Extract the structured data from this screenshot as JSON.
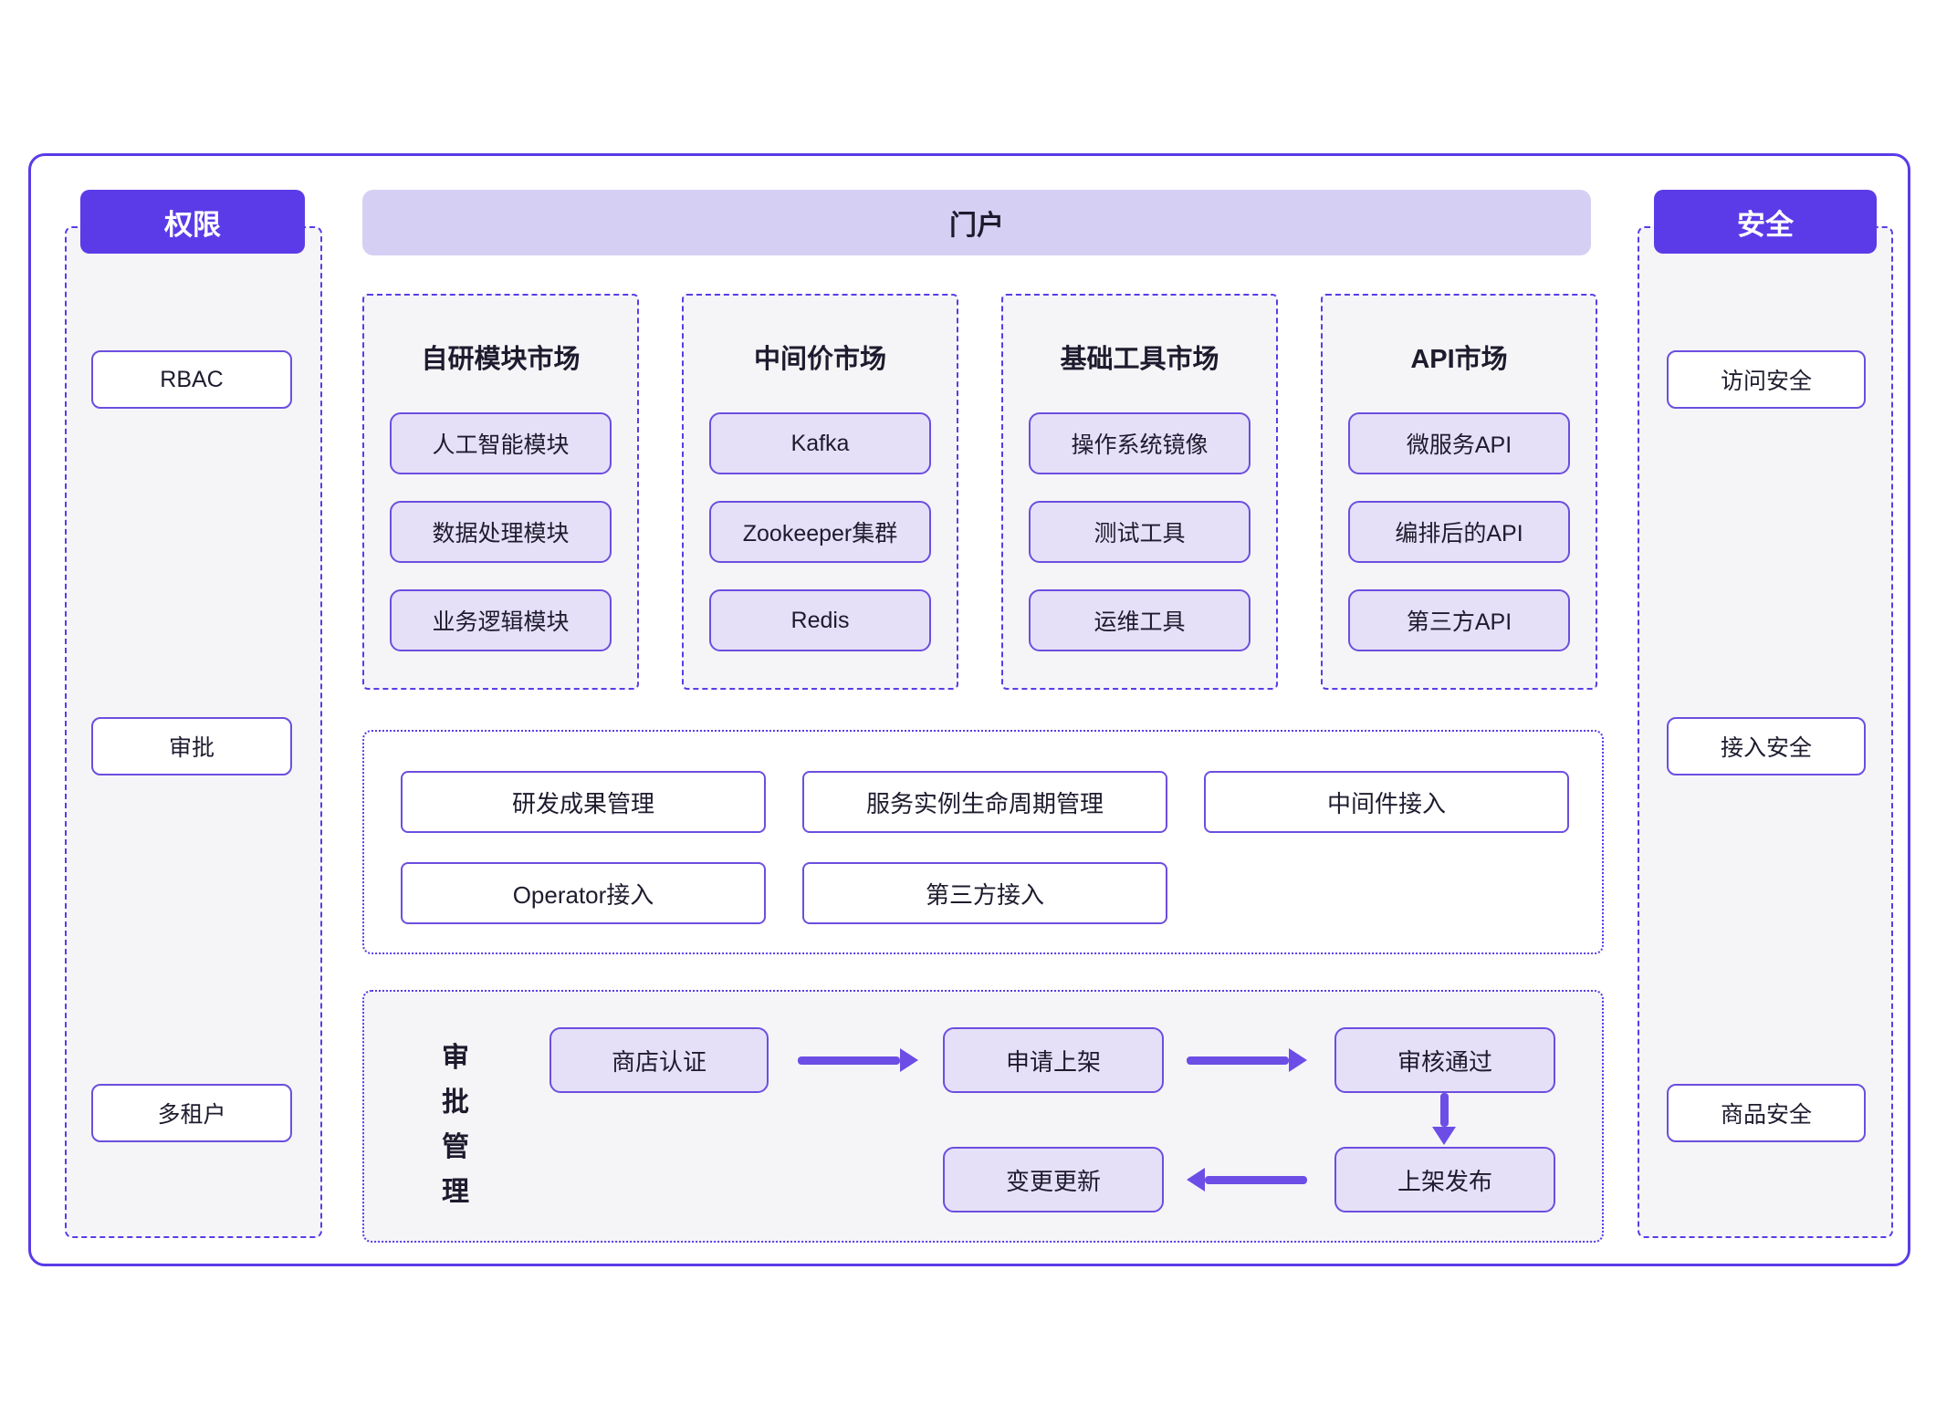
{
  "palette": {
    "accent": "#5b3be8",
    "accent_border": "#6c4ee0",
    "arrow": "#6c4ee6",
    "header_light_bg": "#d6cff4",
    "item_bg": "#e5e0f7",
    "panel_bg": "#f5f5f7",
    "text_dark": "#1f1b2e"
  },
  "left_panel": {
    "title": "权限",
    "items": [
      "RBAC",
      "审批",
      "多租户"
    ]
  },
  "right_panel": {
    "title": "安全",
    "items": [
      "访问安全",
      "接入安全",
      "商品安全"
    ]
  },
  "portal": {
    "title": "门户",
    "markets": [
      {
        "title": "自研模块市场",
        "items": [
          "人工智能模块",
          "数据处理模块",
          "业务逻辑模块"
        ]
      },
      {
        "title": "中间价市场",
        "items": [
          "Kafka",
          "Zookeeper集群",
          "Redis"
        ]
      },
      {
        "title": "基础工具市场",
        "items": [
          "操作系统镜像",
          "测试工具",
          "运维工具"
        ]
      },
      {
        "title": "API市场",
        "items": [
          "微服务API",
          "编排后的API",
          "第三方API"
        ]
      }
    ]
  },
  "management": {
    "row1": [
      "研发成果管理",
      "服务实例生命周期管理",
      "中间件接入"
    ],
    "row2": [
      "Operator接入",
      "第三方接入"
    ]
  },
  "approval_flow": {
    "label": "审批管理",
    "steps": [
      "商店认证",
      "申请上架",
      "审核通过",
      "上架发布",
      "变更更新"
    ]
  }
}
